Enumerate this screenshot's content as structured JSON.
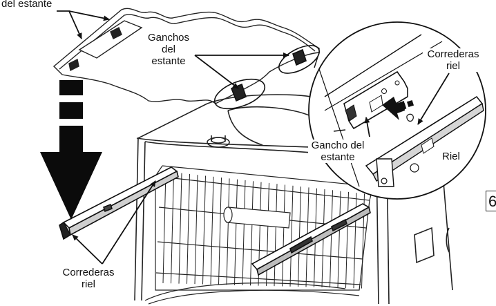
{
  "labels": {
    "rack_rail_top": "del estante",
    "rack_hooks": [
      "Ganchos",
      "del",
      "estante"
    ],
    "rail_slides_detail": [
      "Correderas",
      "riel"
    ],
    "rack_hook_detail": [
      "Gancho del",
      "estante"
    ],
    "rail_detail": "Riel",
    "rail_slides_bottom": [
      "Correderas",
      "riel"
    ],
    "page_fragment": "6"
  },
  "colors": {
    "ink": "#111111",
    "arrow": "#0b0b0b",
    "background": "#ffffff"
  }
}
